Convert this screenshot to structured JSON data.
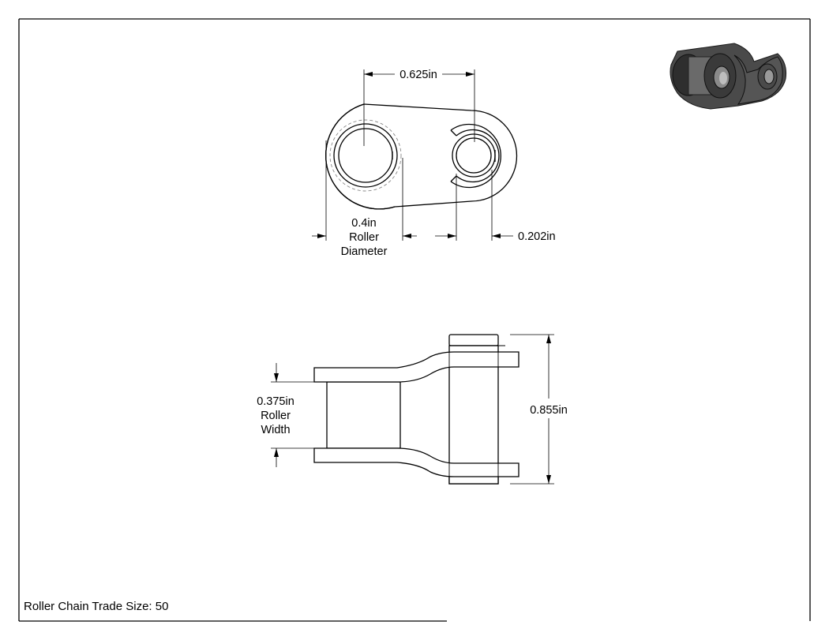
{
  "title_block": {
    "text": "Roller Chain Trade Size: 50"
  },
  "dimensions": {
    "pitch": {
      "value": "0.625in"
    },
    "roller_diameter": {
      "value": "0.4in",
      "line1": "Roller",
      "line2": "Diameter"
    },
    "pin_diameter": {
      "value": "0.202in"
    },
    "roller_width": {
      "value": "0.375in",
      "line1": "Roller",
      "line2": "Width"
    },
    "overall_width": {
      "value": "0.855in"
    }
  },
  "colors": {
    "line": "#000000",
    "hidden_line": "#888888",
    "render_dark": "#3a3a3a",
    "render_mid": "#6a6a6a"
  },
  "icons": {
    "preview": "offset-link-3d-render"
  }
}
